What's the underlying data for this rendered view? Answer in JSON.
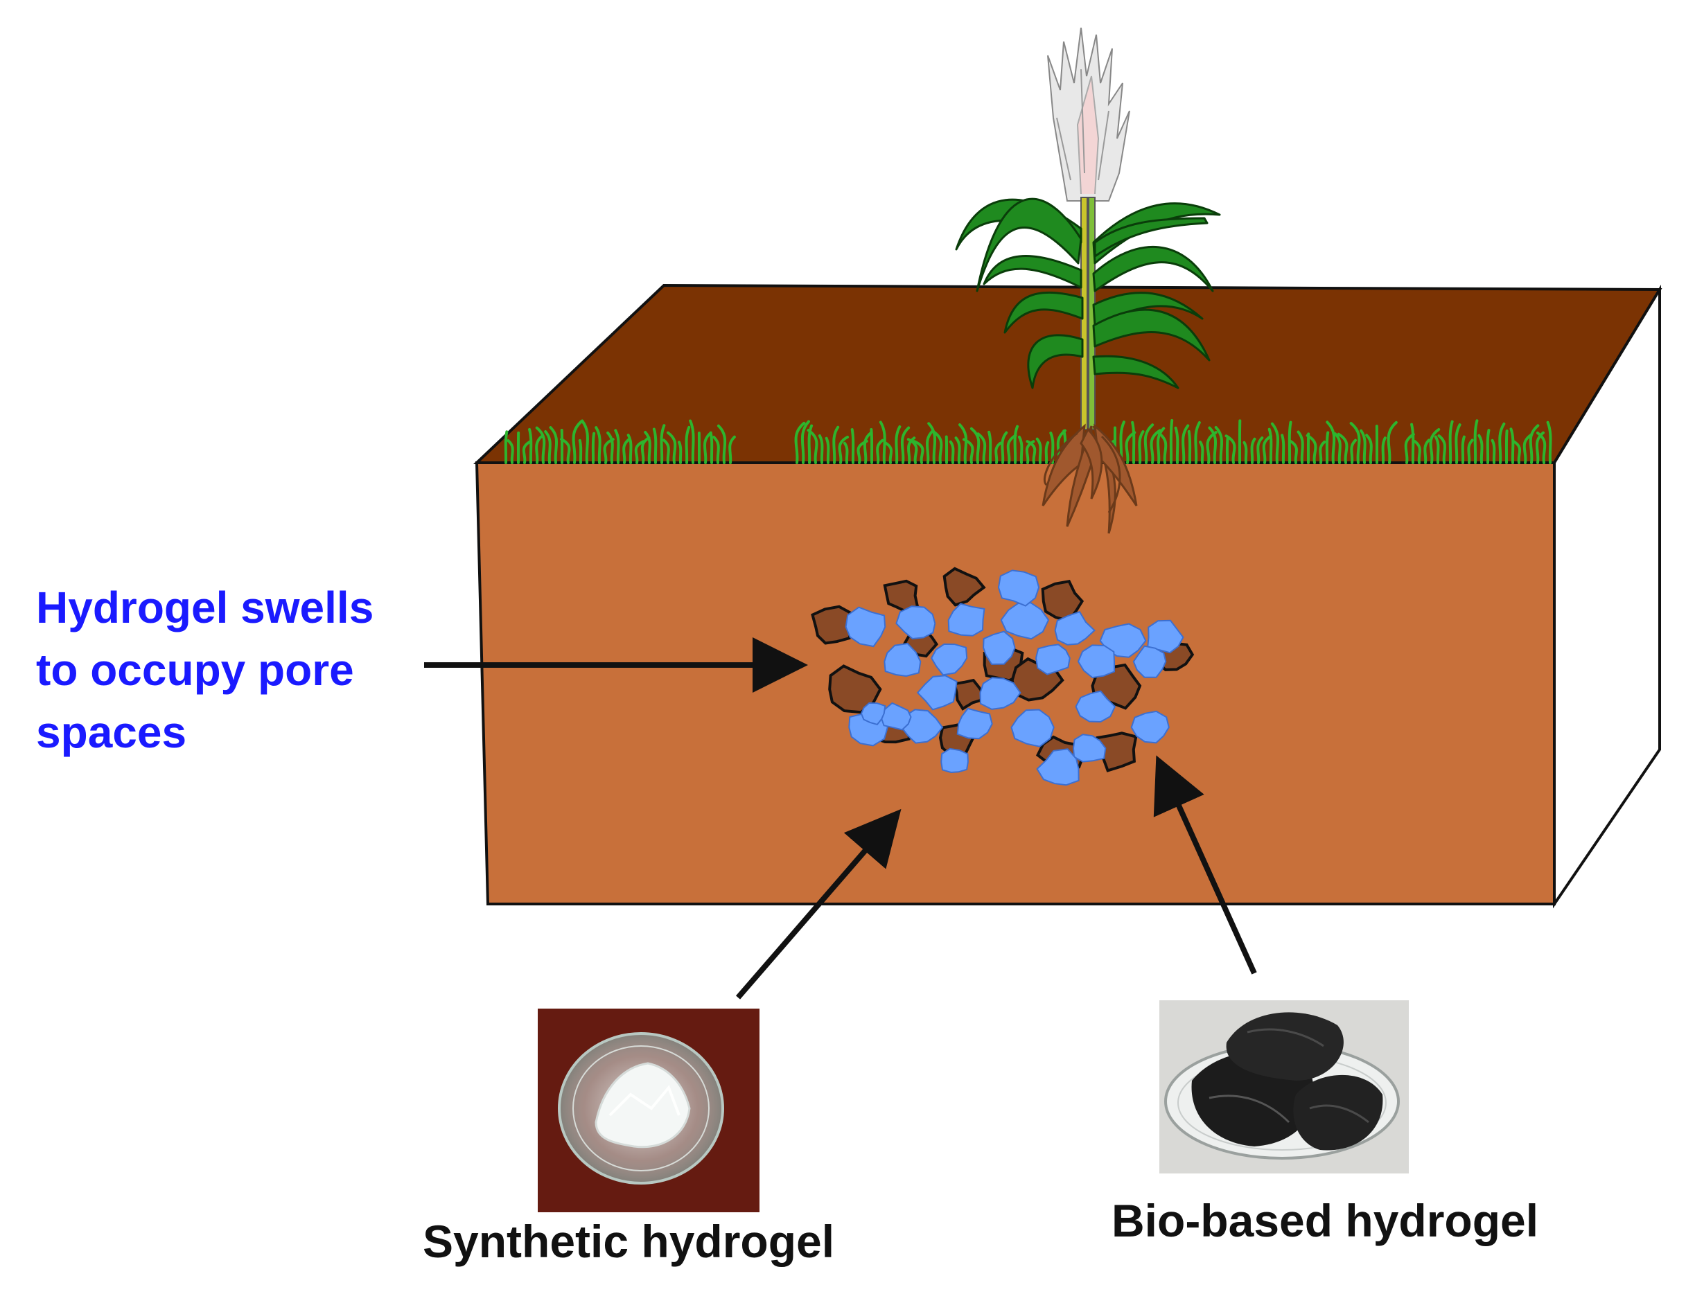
{
  "labels": {
    "swell_line1": "Hydrogel swells",
    "swell_line2": "to occupy pore",
    "swell_line3": "spaces",
    "synthetic": "Synthetic hydrogel",
    "biobased": "Bio-based hydrogel"
  },
  "colors": {
    "soil_top": "#7b3303",
    "soil_front": "#c8703a",
    "soil_side": "#ffffff",
    "hydrogel_swollen": "#6aa2ff",
    "soil_particle": "#8a4a26",
    "grass": "#2db52d",
    "plant_leaf": "#1f8a1f",
    "label_blue": "#1a1aff",
    "label_black": "#111111",
    "photo_synthetic_bg": "#6e1f14",
    "photo_biobased_bg": "#d9d9d6"
  },
  "icons": {
    "plant": "maize-plant-icon",
    "roots": "plant-roots-icon",
    "synthetic_photo": "synthetic-hydrogel-photo",
    "biobased_photo": "biobased-hydrogel-photo"
  }
}
